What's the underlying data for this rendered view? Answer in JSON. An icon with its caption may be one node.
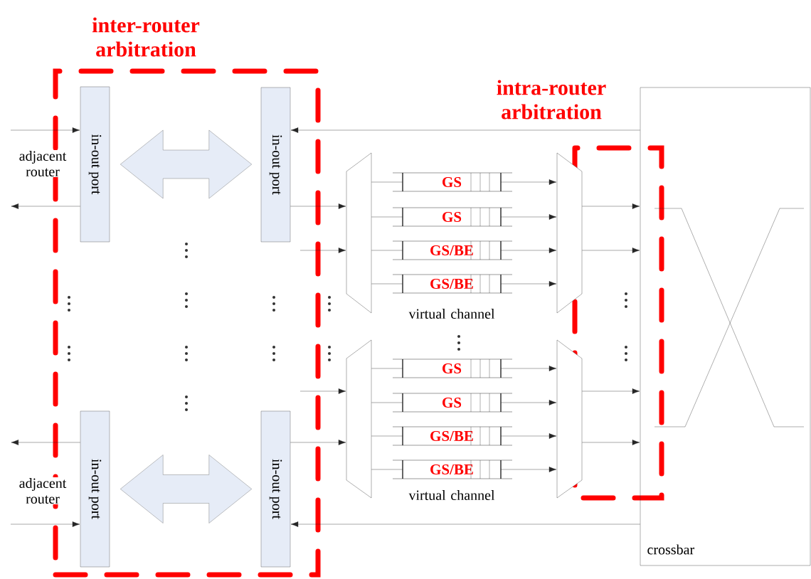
{
  "diagram": {
    "nodes": [
      {
        "text": [
          "inter-router arbitration"
        ]
      },
      {
        "text": [
          "in-out port"
        ],
        "in": 0
      },
      {
        "text": [
          "in-out port"
        ],
        "in": 0
      },
      {
        "text": [
          "in-out port"
        ],
        "in": 0
      },
      {
        "text": [
          "in-out port"
        ],
        "in": 0
      },
      {
        "text": [],
        "shape": "trapezoid"
      },
      {
        "text": [
          "GS"
        ]
      },
      {
        "text": [
          "GS"
        ]
      },
      {
        "text": [
          "GS/BE"
        ]
      },
      {
        "text": [
          "GS/BE"
        ]
      },
      {
        "text": [],
        "shape": "trapezoid"
      },
      {
        "text": [],
        "shape": "trapezoid"
      },
      {
        "text": [
          "GS"
        ]
      },
      {
        "text": [
          "GS"
        ]
      },
      {
        "text": [
          "GS/BE"
        ]
      },
      {
        "text": [
          "GS/BE"
        ]
      },
      {
        "text": [],
        "shape": "trapezoid"
      },
      {
        "text": [
          "crossbar"
        ]
      }
    ],
    "edges": [
      {
        "from": null,
        "to": 1,
        "arrow": "to"
      },
      {
        "from": 1,
        "to": null,
        "arrow": "to"
      },
      {
        "from": 1,
        "to": 2,
        "arrow": "both",
        "style": "thick"
      },
      {
        "from": 17,
        "to": 2,
        "arrow": "to"
      },
      {
        "from": 2,
        "to": 5,
        "arrow": "to"
      },
      {
        "from": null,
        "to": 5,
        "arrow": "to"
      },
      {
        "from": 5,
        "to": 6,
        "arrow": "none"
      },
      {
        "from": 5,
        "to": 7,
        "arrow": "none"
      },
      {
        "from": 5,
        "to": 8,
        "arrow": "none"
      },
      {
        "from": 5,
        "to": 9,
        "arrow": "none"
      },
      {
        "from": 6,
        "to": 10,
        "arrow": "to"
      },
      {
        "from": 7,
        "to": 10,
        "arrow": "to"
      },
      {
        "from": 8,
        "to": 10,
        "arrow": "to"
      },
      {
        "from": 9,
        "to": 10,
        "arrow": "to"
      },
      {
        "from": 10,
        "to": 17,
        "arrow": "to"
      },
      {
        "from": 10,
        "to": 17,
        "arrow": "to"
      },
      {
        "from": 3,
        "to": null,
        "arrow": "to"
      },
      {
        "from": null,
        "to": 3,
        "arrow": "to"
      },
      {
        "from": 3,
        "to": 4,
        "arrow": "both",
        "style": "thick"
      },
      {
        "from": null,
        "to": 11,
        "arrow": "to"
      },
      {
        "from": 4,
        "to": 11,
        "arrow": "to"
      },
      {
        "from": 11,
        "to": 12,
        "arrow": "none"
      },
      {
        "from": 11,
        "to": 13,
        "arrow": "none"
      },
      {
        "from": 11,
        "to": 14,
        "arrow": "none"
      },
      {
        "from": 11,
        "to": 15,
        "arrow": "none"
      },
      {
        "from": 12,
        "to": 16,
        "arrow": "to"
      },
      {
        "from": 13,
        "to": 16,
        "arrow": "to"
      },
      {
        "from": 14,
        "to": 16,
        "arrow": "to"
      },
      {
        "from": 15,
        "to": 16,
        "arrow": "to"
      },
      {
        "from": 16,
        "to": 17,
        "arrow": "to"
      },
      {
        "from": 16,
        "to": 17,
        "arrow": "to"
      },
      {
        "from": 17,
        "to": 4,
        "arrow": "to"
      }
    ],
    "labels": [
      "intra-router arbitration",
      "adjacent router",
      "virtual channel",
      "adjacent router",
      "virtual channel"
    ]
  }
}
